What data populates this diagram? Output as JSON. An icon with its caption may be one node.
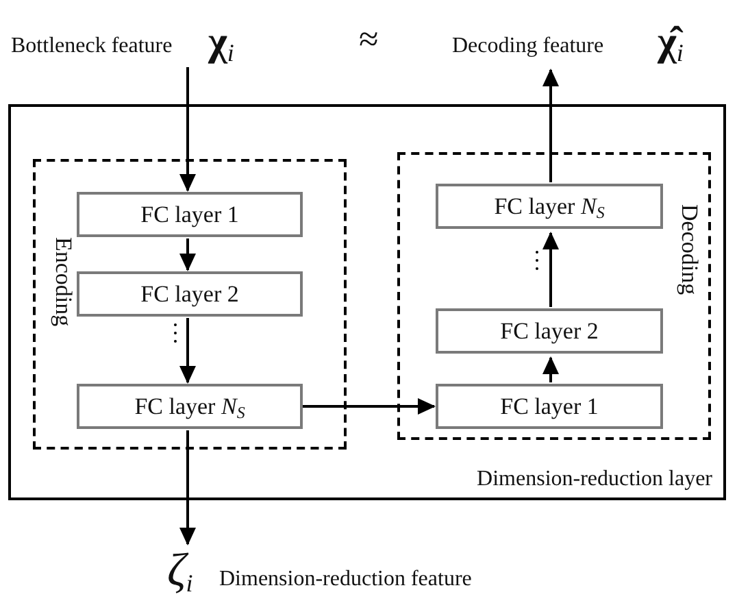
{
  "diagram": {
    "nodes": [
      {
        "text": [
          "Dimension-reduction layer"
        ]
      },
      {
        "text": [
          "Encoding"
        ],
        "in": 0
      },
      {
        "text": [
          "FC layer 1"
        ],
        "in": 1
      },
      {
        "text": [
          "FC layer 2"
        ],
        "in": 1
      },
      {
        "text": [
          "FC layer *N*$_{S}$"
        ],
        "in": 1
      },
      {
        "text": [
          "Decoding"
        ],
        "in": 0
      },
      {
        "text": [
          "FC layer *N*$_{S}$"
        ],
        "in": 5
      },
      {
        "text": [
          "FC layer 2"
        ],
        "in": 5
      },
      {
        "text": [
          "FC layer 1"
        ],
        "in": 5
      },
      {
        "text": [
          "Bottleneck feature",
          "χ$_{i}$"
        ]
      },
      {
        "text": [
          "Decoding feature",
          "χ̂$_{i}$"
        ]
      },
      {
        "text": [
          "ζ$_{i}$",
          "Dimension-reduction feature"
        ]
      }
    ],
    "edges": [
      {
        "from": 9,
        "to": 2,
        "arrow": "to"
      },
      {
        "from": 2,
        "to": 3,
        "arrow": "to"
      },
      {
        "from": 3,
        "to": 4,
        "arrow": "to"
      },
      {
        "from": 4,
        "to": 8,
        "arrow": "to"
      },
      {
        "from": 8,
        "to": 7,
        "arrow": "to"
      },
      {
        "from": 7,
        "to": 6,
        "arrow": "to"
      },
      {
        "from": 6,
        "to": 10,
        "arrow": "to"
      },
      {
        "from": 4,
        "to": 11,
        "arrow": "to"
      }
    ],
    "labels": [
      "≈"
    ]
  }
}
